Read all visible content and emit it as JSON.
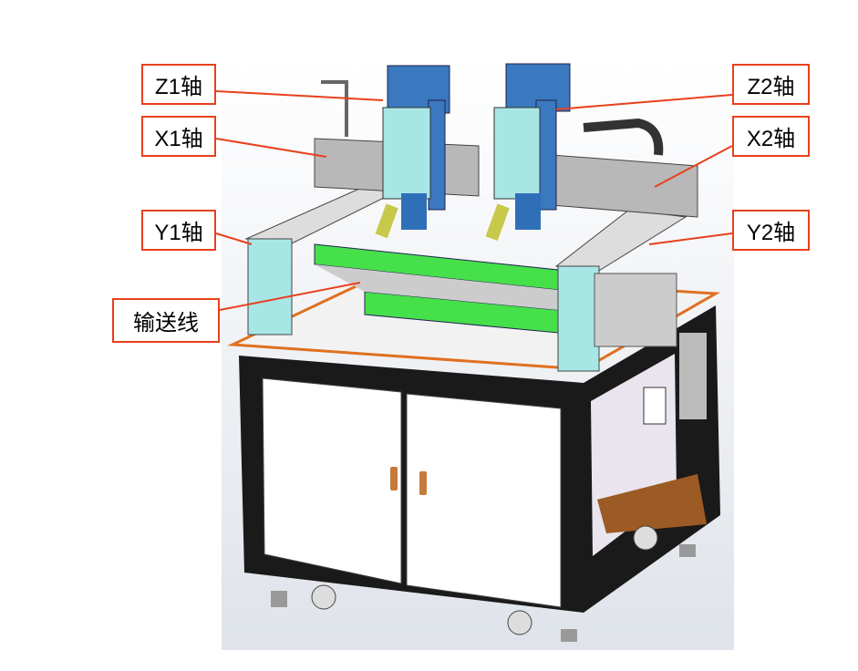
{
  "labels": {
    "z1": "Z1轴",
    "x1": "X1轴",
    "y1": "Y1轴",
    "conveyor": "输送线",
    "z2": "Z2轴",
    "x2": "X2轴",
    "y2": "Y2轴"
  },
  "colors": {
    "callout": "#e8401c",
    "motor": "#3a78c0",
    "conveyor": "#46e04a",
    "frame": "#1a1a1a",
    "carriage": "#a8e6e6"
  }
}
